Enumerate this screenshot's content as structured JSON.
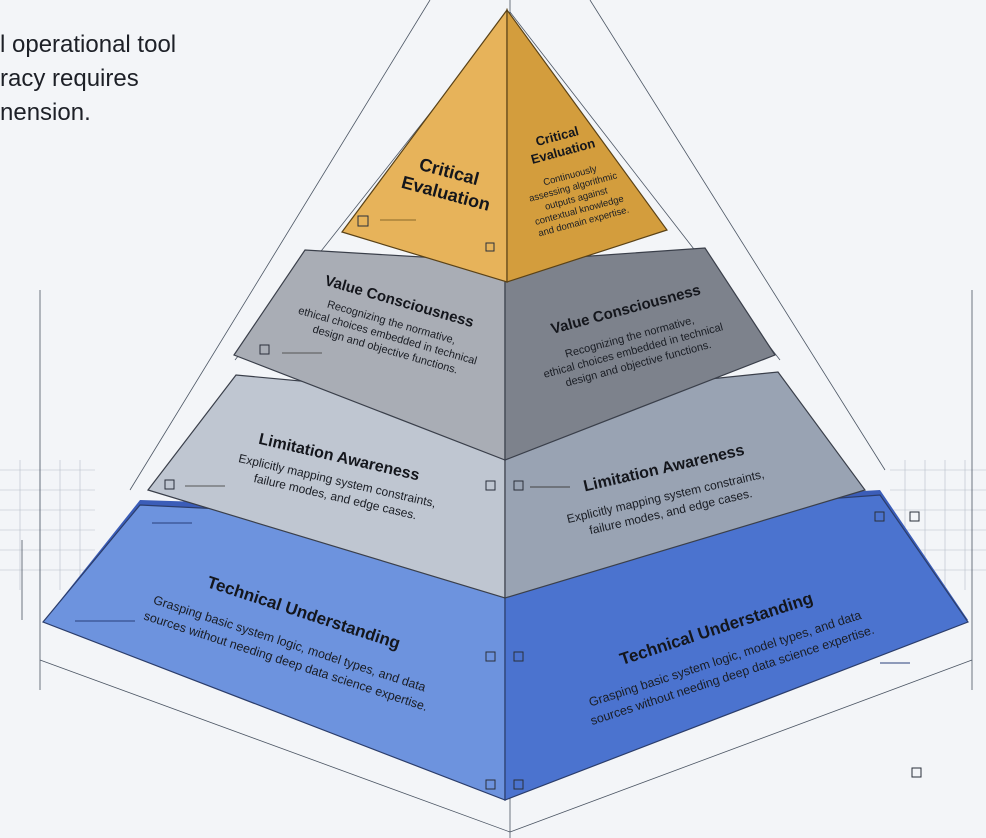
{
  "intro": {
    "lines": [
      "l operational tool",
      "racy requires",
      "nension."
    ]
  },
  "pyramid": {
    "tiers": [
      {
        "id": "critical-evaluation",
        "left_title": [
          "Critical",
          "Evaluation"
        ],
        "right_title": [
          "Critical",
          "Evaluation"
        ],
        "right_desc": [
          "Continuously",
          "assessing algorithmic",
          "outputs against",
          "contextual knowledge",
          "and domain expertise."
        ],
        "color_left": "#e7b35a",
        "color_right": "#d39d3d"
      },
      {
        "id": "value-consciousness",
        "title": "Value Consciousness",
        "desc": [
          "Recognizing the normative,",
          "ethical choices embedded in technical",
          "design and objective functions."
        ],
        "color_left": "#a9adb5",
        "color_right": "#7d828c"
      },
      {
        "id": "limitation-awareness",
        "title": "Limitation Awareness",
        "desc": [
          "Explicitly mapping system constraints,",
          "failure modes, and edge cases."
        ],
        "color_left": "#bfc6d1",
        "color_right": "#99a3b3"
      },
      {
        "id": "technical-understanding",
        "title": "Technical Understanding",
        "desc": [
          "Grasping basic system logic, model types, and data",
          "sources without needing deep data science expertise."
        ],
        "color_left": "#6d93de",
        "color_right": "#4b73cf"
      }
    ]
  }
}
